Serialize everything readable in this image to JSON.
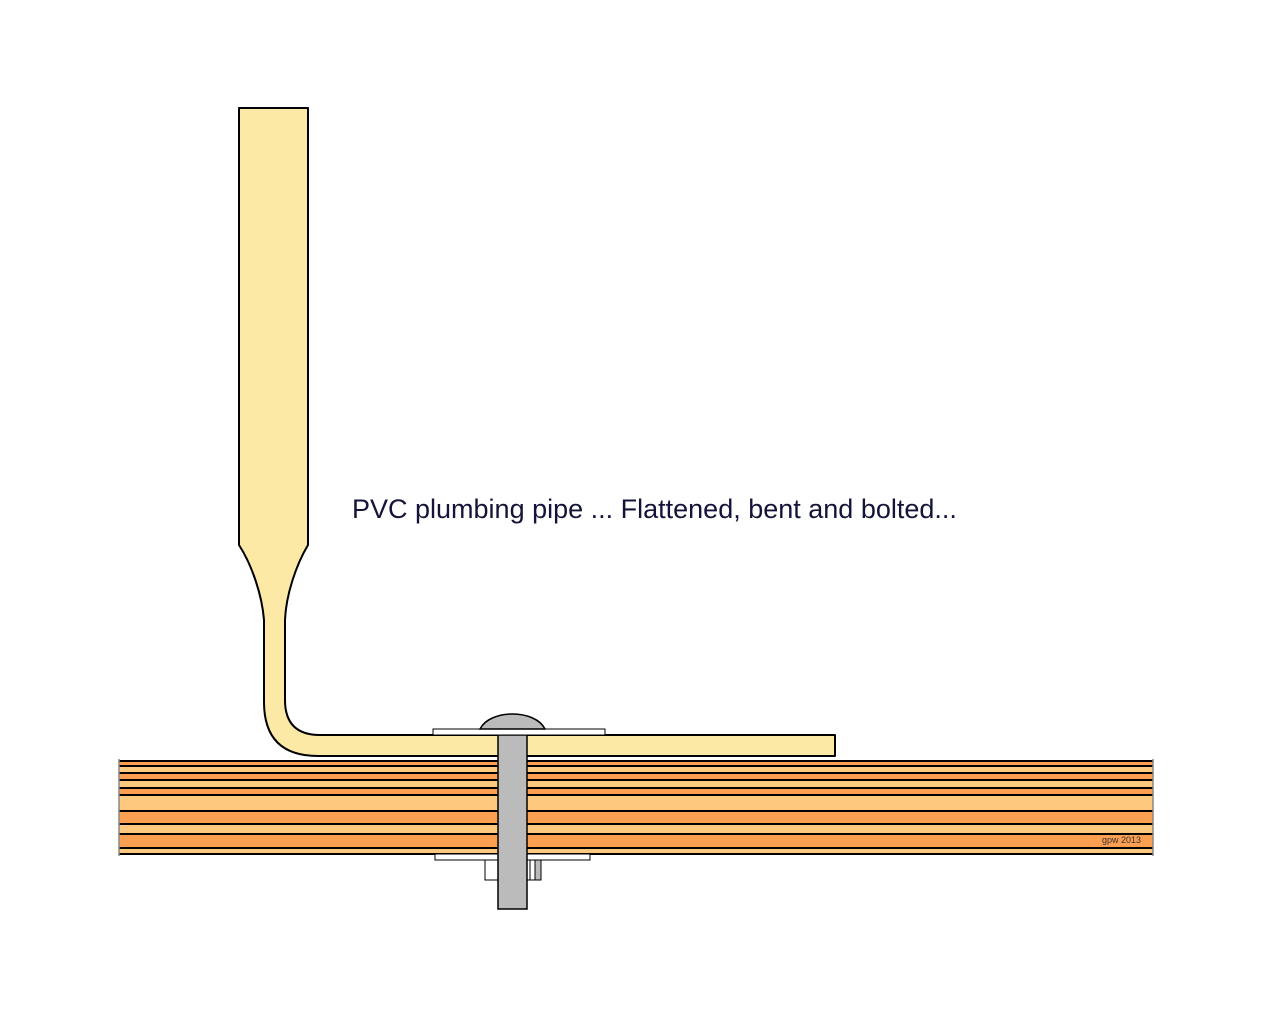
{
  "caption": "PVC plumbing pipe ... Flattened, bent and bolted...",
  "credit": "gpw 2013",
  "colors": {
    "pipe_fill": "#fde9a6",
    "board_light": "#fec97e",
    "board_dark": "#fd9f51",
    "bolt_fill": "#bbbbbb",
    "washer_fill": "#ffffff",
    "outline": "#000000",
    "text": "#14143a"
  },
  "parts": [
    "pvc-pipe",
    "bolt",
    "washer",
    "nut",
    "board"
  ]
}
